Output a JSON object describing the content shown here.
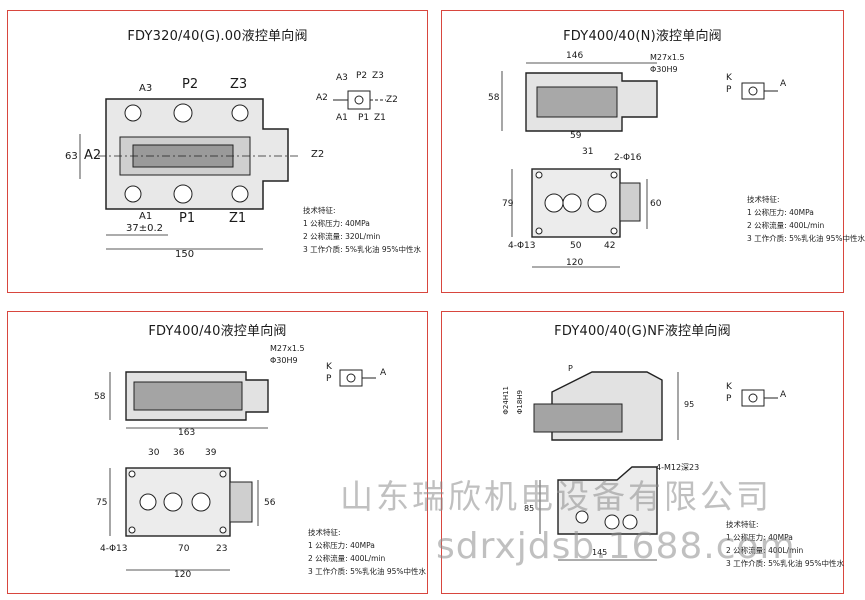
{
  "panels": [
    {
      "title": "FDY320/40(G).00液控单向阀",
      "ports": {
        "a3": "A3",
        "p2": "P2",
        "z3": "Z3",
        "a2": "A2",
        "a1": "A1",
        "p1": "P1",
        "z1": "Z1",
        "z2": "Z2"
      },
      "dims": {
        "h": "63",
        "w1": "37±0.2",
        "w2": "150"
      },
      "specs": {
        "heading": "技术特征:",
        "pressure": "1 公称压力: 40MPa",
        "flow": "2 公称流量: 320L/min",
        "medium": "3 工作介质: 5%乳化油 95%中性水"
      }
    },
    {
      "title": "FDY400/40(N)液控单向阀",
      "ports": {
        "k": "K",
        "p": "P",
        "a": "A"
      },
      "dims": {
        "top": "146",
        "h58": "58",
        "thread": "M27x1.5",
        "bore": "Φ30H9",
        "d59": "59",
        "d31": "31",
        "hole2": "2-Φ16",
        "h79": "79",
        "h60": "60",
        "hole4": "4-Φ13",
        "d50": "50",
        "d42": "42",
        "d120": "120"
      },
      "specs": {
        "heading": "技术特征:",
        "pressure": "1 公称压力: 40MPa",
        "flow": "2 公称流量: 400L/min",
        "medium": "3 工作介质: 5%乳化油 95%中性水"
      }
    },
    {
      "title": "FDY400/40液控单向阀",
      "ports": {
        "k": "K",
        "p": "P",
        "a": "A"
      },
      "dims": {
        "h58": "58",
        "thread": "M27x1.5",
        "bore": "Φ30H9",
        "d163": "163",
        "d30a": "30",
        "d36": "36",
        "d39": "39",
        "h75": "75",
        "h56": "56",
        "hole4": "4-Φ13",
        "d70": "70",
        "d23": "23",
        "d120": "120"
      },
      "specs": {
        "heading": "技术特征:",
        "pressure": "1 公称压力: 40MPa",
        "flow": "2 公称流量: 400L/min",
        "medium": "3 工作介质: 5%乳化油 95%中性水"
      }
    },
    {
      "title": "FDY400/40(G)NF液控单向阀",
      "ports": {
        "k": "K",
        "p": "P",
        "a": "A",
        "pl": "P"
      },
      "dims": {
        "bore24": "Φ24H11",
        "bore18": "Φ18H9",
        "h95": "95",
        "hole4": "4-M12深23",
        "h85": "85",
        "d145": "145"
      },
      "specs": {
        "heading": "技术特征:",
        "pressure": "1 公称压力: 40MPa",
        "flow": "2 公称流量: 400L/min",
        "medium": "3 工作介质: 5%乳化油 95%中性水"
      }
    }
  ],
  "watermark": {
    "company": "山东瑞欣机电设备有限公司",
    "url": "sdrxjdsb.1688.com"
  }
}
